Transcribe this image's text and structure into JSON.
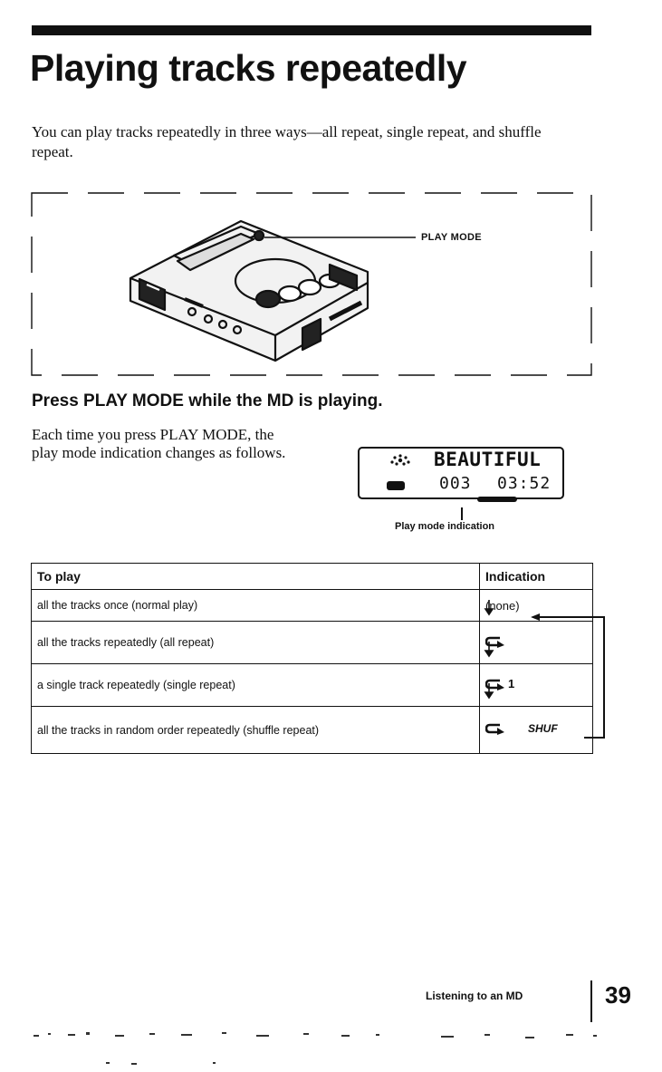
{
  "page": {
    "title": "Playing tracks repeatedly",
    "intro": "You can play tracks repeatedly in three ways—all repeat, single repeat, and shuffle repeat."
  },
  "illustration": {
    "callout_label": "PLAY MODE"
  },
  "instruction": "Press PLAY MODE while the MD is playing.",
  "body_text": "Each time you press PLAY MODE, the play mode indication changes as follows.",
  "display": {
    "title_text": "BEAUTIFUL",
    "track": "003",
    "time": "03:52",
    "caption": "Play mode indication"
  },
  "mode_table": {
    "headers": [
      "To play",
      "Indication"
    ],
    "rows": [
      {
        "to_play": "all the tracks once (normal play)",
        "indication": "(none)"
      },
      {
        "to_play": "all the tracks repeatedly (all repeat)",
        "indication": "repeat-icon"
      },
      {
        "to_play": "a single track repeatedly (single repeat)",
        "indication": "1"
      },
      {
        "to_play": "all the tracks in random order repeatedly (shuffle repeat)",
        "indication": "SHUF"
      }
    ]
  },
  "footer": {
    "section_label": "Listening to an MD",
    "page_number": "39"
  }
}
